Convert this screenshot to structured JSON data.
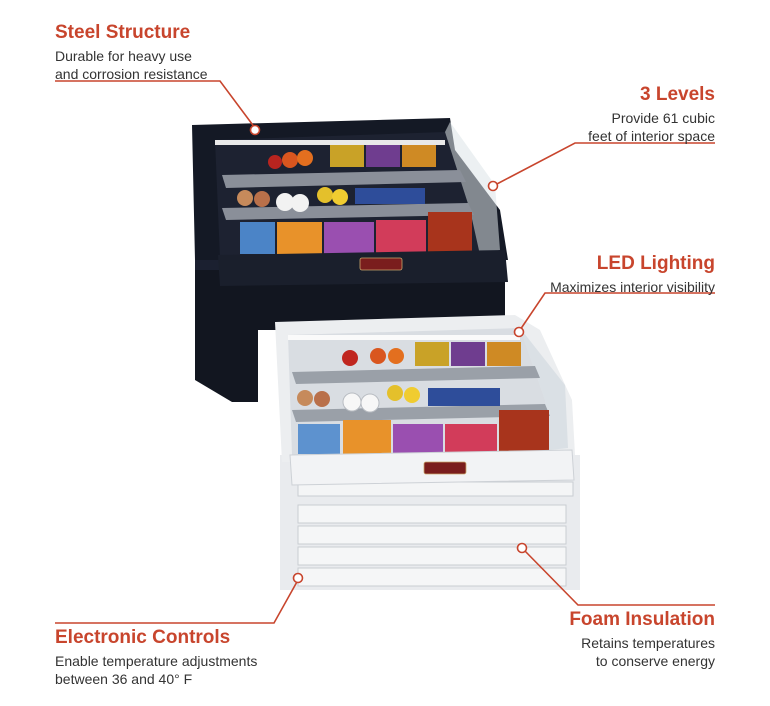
{
  "features": {
    "steel": {
      "title": "Steel Structure",
      "desc_line1": "Durable for heavy use",
      "desc_line2": "and corrosion resistance"
    },
    "levels": {
      "title": "3 Levels",
      "desc_line1": "Provide 61 cubic",
      "desc_line2": "feet of interior space"
    },
    "led": {
      "title": "LED Lighting",
      "desc_line1": "Maximizes interior visibility"
    },
    "controls": {
      "title": "Electronic Controls",
      "desc_line1": "Enable temperature adjustments",
      "desc_line2": "between 36 and 40° F"
    },
    "foam": {
      "title": "Foam Insulation",
      "desc_line1": "Retains temperatures",
      "desc_line2": "to conserve energy"
    }
  },
  "colors": {
    "accent": "#c8452d",
    "text": "#333333",
    "black_case": "#121722",
    "white_case": "#eceef0"
  }
}
